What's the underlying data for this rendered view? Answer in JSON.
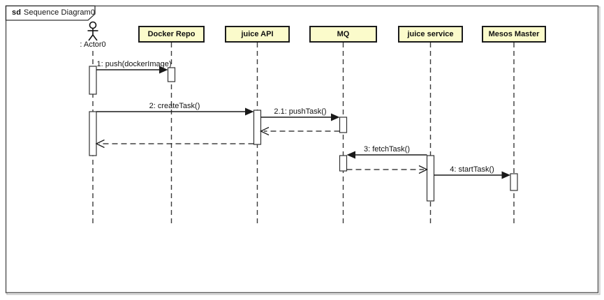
{
  "frame": {
    "keyword": "sd",
    "title": "Sequence Diagram0"
  },
  "actor": {
    "label": ": Actor0"
  },
  "lifelines": [
    {
      "label": "Docker Repo"
    },
    {
      "label": "juice API"
    },
    {
      "label": "MQ"
    },
    {
      "label": "juice service"
    },
    {
      "label": "Mesos Master"
    }
  ],
  "messages": [
    {
      "label": "1: push(dockerImage)",
      "type": "sync-call",
      "from": ": Actor0",
      "to": "Docker Repo"
    },
    {
      "label": "2: createTask()",
      "type": "sync-call",
      "from": ": Actor0",
      "to": "juice API"
    },
    {
      "label": "2.1: pushTask()",
      "type": "sync-call",
      "from": "juice API",
      "to": "MQ"
    },
    {
      "label": "3: fetchTask()",
      "type": "sync-call",
      "from": "juice service",
      "to": "MQ"
    },
    {
      "label": "4: startTask()",
      "type": "sync-call",
      "from": "juice service",
      "to": "Mesos Master"
    }
  ],
  "returns": [
    {
      "from": "MQ",
      "to": "juice API"
    },
    {
      "from": "juice API",
      "to": ": Actor0"
    },
    {
      "from": "MQ",
      "to": "juice service"
    }
  ],
  "colors": {
    "lifeline_head_fill": "#FBFBCB",
    "shape_border": "#1A1A1A",
    "frame_border": "#5A5A5A",
    "background": "#FFFFFF"
  }
}
